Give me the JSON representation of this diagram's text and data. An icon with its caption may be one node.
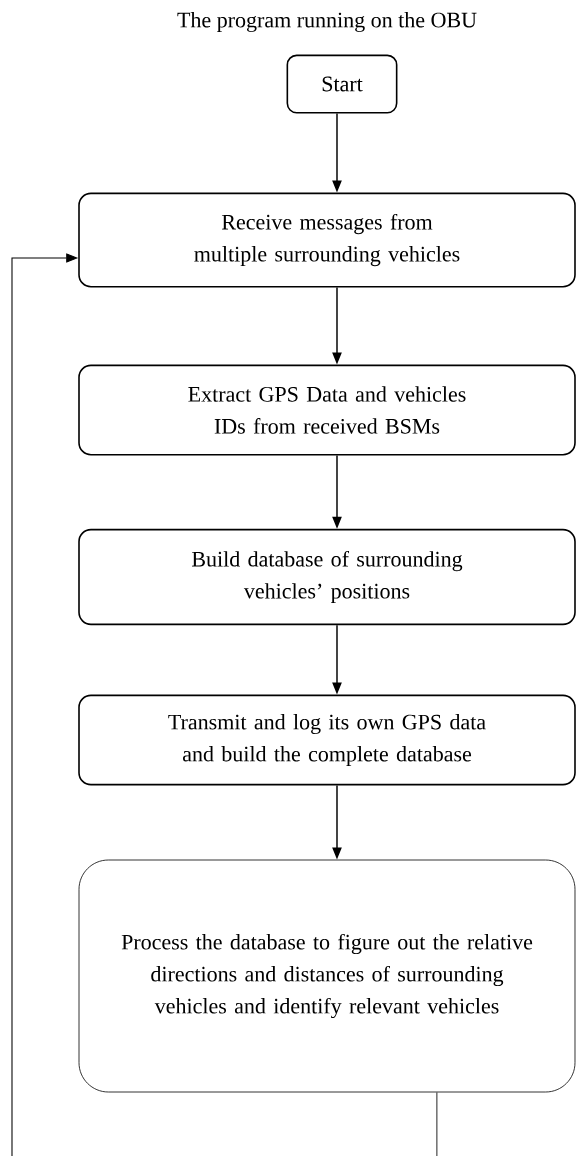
{
  "diagram": {
    "title": "The program running on the OBU",
    "nodes": [
      {
        "text": [
          "Start"
        ]
      },
      {
        "text": [
          "Receive messages from multiple surrounding vehicles"
        ]
      },
      {
        "text": [
          "Extract GPS Data and vehicles IDs from received BSMs"
        ]
      },
      {
        "text": [
          "Build database of surrounding vehicles’ positions"
        ]
      },
      {
        "text": [
          "Transmit and log its own GPS data and build the complete database"
        ]
      },
      {
        "text": [
          "Process the database to figure out the relative directions and distances of surrounding vehicles and identify relevant vehicles"
        ]
      }
    ],
    "edges": [
      {
        "from": 0,
        "to": 1,
        "arrow": "to"
      },
      {
        "from": 1,
        "to": 2,
        "arrow": "to"
      },
      {
        "from": 2,
        "to": 3,
        "arrow": "to"
      },
      {
        "from": 3,
        "to": 4,
        "arrow": "to"
      },
      {
        "from": 4,
        "to": 5,
        "arrow": "to"
      },
      {
        "from": 5,
        "to": 1,
        "arrow": "to"
      }
    ]
  }
}
